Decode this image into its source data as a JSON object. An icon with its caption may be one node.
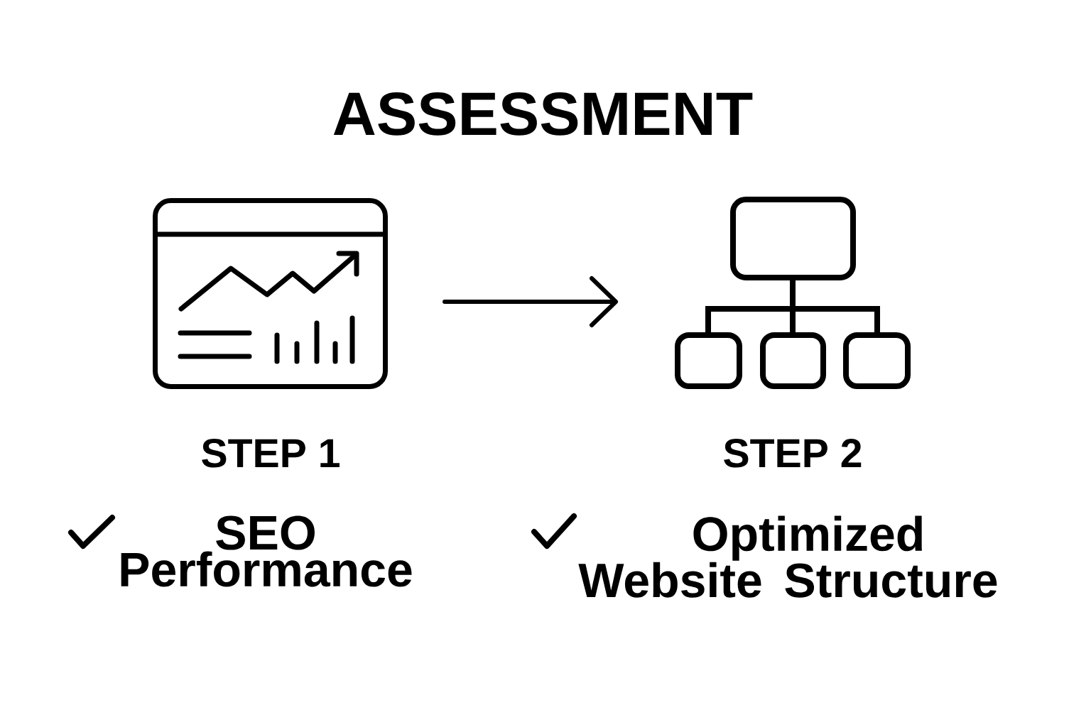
{
  "diagram": {
    "title": "ASSESSMENT",
    "nodes": [
      {
        "text": [],
        "shape": "picture",
        "beside": [
          "STEP 1",
          "SEO Performance"
        ]
      },
      {
        "text": [],
        "shape": "picture",
        "beside": [
          "STEP 2",
          "Optimized Website Structure"
        ]
      }
    ],
    "edges": [
      {
        "from": 0,
        "to": 1,
        "arrow": "to"
      }
    ]
  }
}
